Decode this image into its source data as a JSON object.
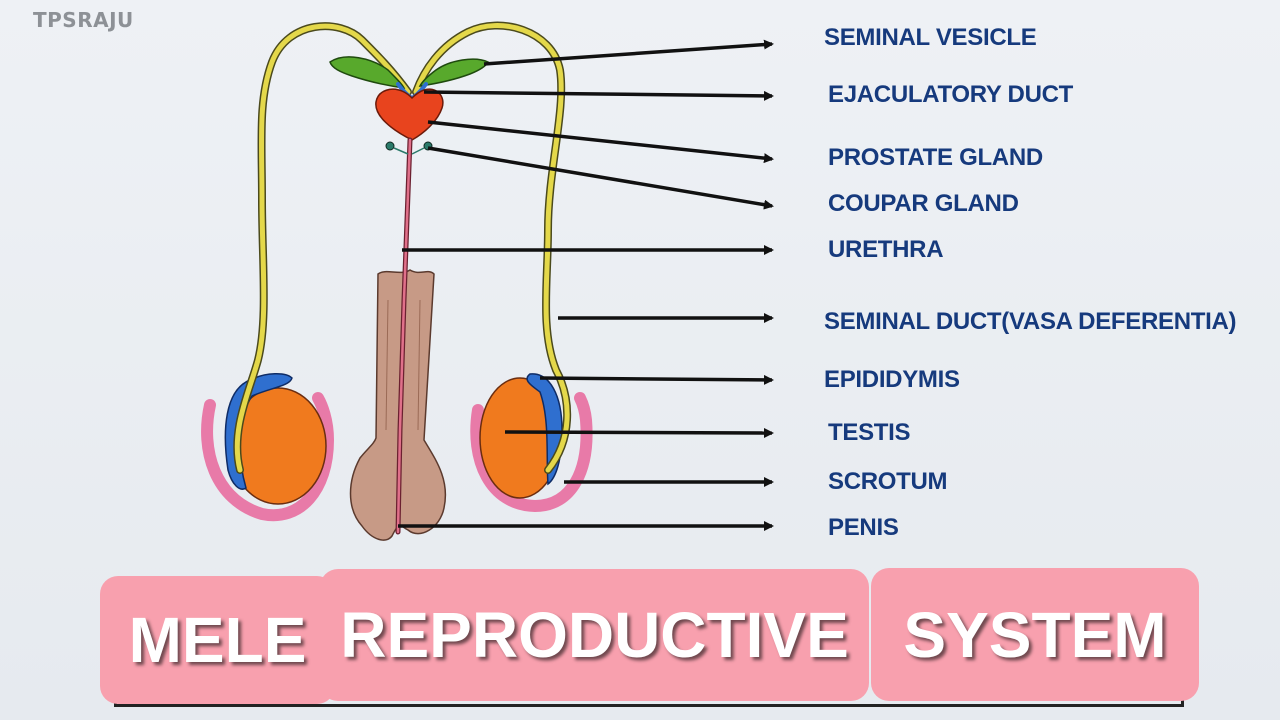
{
  "watermark": "TPSRAJU",
  "labels": [
    {
      "id": "seminal-vesicle",
      "text": "SEMINAL VESICLE"
    },
    {
      "id": "ejaculatory-duct",
      "text": "EJACULATORY DUCT"
    },
    {
      "id": "prostate-gland",
      "text": "PROSTATE GLAND"
    },
    {
      "id": "coupar-gland",
      "text": "COUPAR GLAND"
    },
    {
      "id": "urethra",
      "text": "URETHRA"
    },
    {
      "id": "seminal-duct",
      "text": "SEMINAL DUCT(VASA DEFERENTIA)"
    },
    {
      "id": "epididymis",
      "text": "EPIDIDYMIS"
    },
    {
      "id": "testis",
      "text": "TESTIS"
    },
    {
      "id": "scrotum",
      "text": "SCROTUM"
    },
    {
      "id": "penis",
      "text": "PENIS"
    }
  ],
  "title": {
    "word1": "MELE",
    "word2": "REPRODUCTIVE",
    "word3": "SYSTEM"
  },
  "colors": {
    "label_text": "#163a7d",
    "title_box": "#f8a0ae",
    "seminal_duct": "#e4d84a",
    "epididymis": "#2f6fcf",
    "testis": "#f07a1e",
    "scrotum": "#e87aa8",
    "prostate": "#e8441e",
    "seminal_vesicle": "#58a92c",
    "penis": "#b98a78",
    "urethra": "#c2405f"
  }
}
